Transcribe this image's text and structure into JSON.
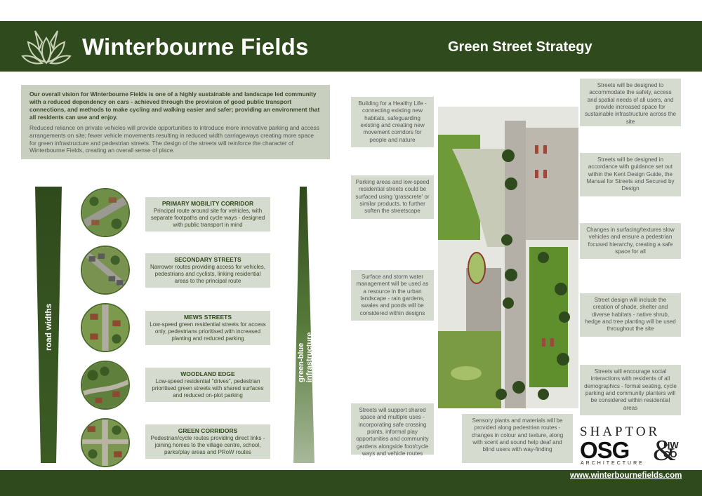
{
  "header": {
    "title": "Winterbourne Fields",
    "subtitle": "Green Street Strategy"
  },
  "intro": {
    "lead": "Our overall vision for Winterbourne Fields is one of a highly sustainable and landscape led community with a reduced dependency on cars - achieved through the provision of good public transport connections, and methods to make cycling and walking easier and safer; providing an environment that all residents can use and enjoy.",
    "body": "Reduced reliance on private vehicles will provide opportunities to introduce more innovative parking and access arrangements on site; fewer vehicle movements resulting in reduced width carriageways creating more space for green infrastructure and pedestrian streets. The design of the streets will reinforce the character of Winterbourne Fields, creating an overall sense of place."
  },
  "wedges": {
    "road_widths": "road widths",
    "green_blue": "green-blue infrastructure"
  },
  "streets": [
    {
      "title": "PRIMARY MOBILITY CORRIDOR",
      "desc": "Principal route around site for vehicles, with separate footpaths and cycle ways - designed with public transport in mind"
    },
    {
      "title": "SECONDARY STREETS",
      "desc": "Narrower routes providing access for vehicles, pedestrians and cyclists, linking residential areas to the principal route"
    },
    {
      "title": "MEWS STREETS",
      "desc": "Low-speed green residential streets for access only, pedestrians prioritised with increased planting and reduced parking"
    },
    {
      "title": "WOODLAND EDGE",
      "desc": "Low-speed residential \"drives\", pedestrian prioritised green streets with shared surfaces and reduced on-plot parking"
    },
    {
      "title": "GREEN CORRIDORS",
      "desc": "Pedestrian/cycle routes providing direct links - joining homes to the village centre, school, parks/play areas and PRoW routes"
    }
  ],
  "notes_left": [
    "Building for a Healthy Life - connecting existing new habitats, safeguarding existing and creating new movement corridors for people and nature",
    "Parking areas and low-speed residential streets could be surfaced using 'grasscrete' or similar products, to further soften the streetscape",
    "Surface and storm water management will be used as a resource in the urban landscape - rain gardens, swales and ponds will be considered within designs",
    "Streets will support shared space and multiple uses - incorporating safe crossing points, informal play opportunities and community gardens alongside foot/cycle ways and vehicle routes"
  ],
  "note_bottom": "Sensory plants and materials will be provided along pedestrian routes - changes in colour and texture, along with scent and sound help deaf and blind users with way-finding",
  "notes_right": [
    "Streets will be designed to accommodate the safety, access and spatial needs of all users, and provide increased space for sustainable infrastructure across the site",
    "Streets will be designed in accordance with guidance set out within the Kent Design Guide, the Manual for Streets and Secured by Design",
    "Changes in surfacing/textures slow vehicles and ensure a pedestrian focused hierarchy, creating a safe space for all",
    "Street design will include the creation of shade, shelter and diverse habitats - native shrub, hedge and tree planting will be used throughout the site",
    "Streets will encourage social interactions with residents of all demographics - formal seating, cycle parking and community planters will be considered within residential areas"
  ],
  "logos": {
    "shaptor": "SHAPTOR",
    "osg": "OSG",
    "architecture": "ARCHITECTURE",
    "amp": "&",
    "hw": "HW",
    "co": "CO"
  },
  "footer": {
    "website": "www.winterbournefields.com"
  },
  "colors": {
    "dark_green": "#2f4a1c",
    "panel": "#d6dbcf",
    "intro_panel": "#c8cfbf"
  }
}
